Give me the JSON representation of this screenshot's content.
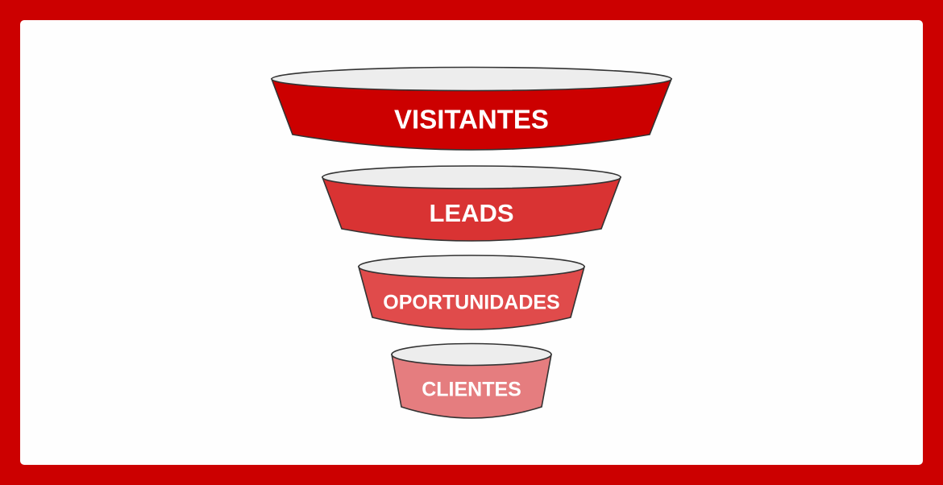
{
  "diagram": {
    "type": "sales-funnel",
    "colors": {
      "background_frame": "#cc0000",
      "panel": "#fefefe",
      "rim_fill": "#ededed",
      "outline": "#333333",
      "label": "#ffffff"
    },
    "stages": [
      {
        "label": "VISITANTES",
        "fill": "#cc0000"
      },
      {
        "label": "LEADS",
        "fill": "#d93333"
      },
      {
        "label": "OPORTUNIDADES",
        "fill": "#e04b4b"
      },
      {
        "label": "CLIENTES",
        "fill": "#e57d7f"
      }
    ]
  }
}
